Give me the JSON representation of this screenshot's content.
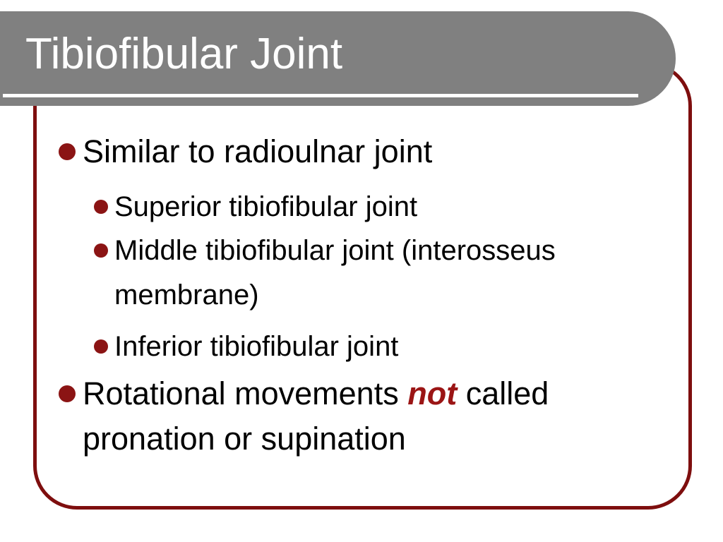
{
  "slide": {
    "title": "Tibiofibular Joint"
  },
  "colors": {
    "title_bar_gray": "#808080",
    "title_text": "#FFFFFF",
    "border_dark_red": "#7E0E0E",
    "bullet_dark_red": "#8B1414",
    "emphasis_dark_red": "#9B1515",
    "body_text": "#000000",
    "background": "#FFFFFF"
  },
  "bullets": [
    {
      "level": 1,
      "lines": [
        "Similar to radioulnar joint"
      ]
    },
    {
      "level": 2,
      "lines": [
        "Superior tibiofibular joint"
      ]
    },
    {
      "level": 2,
      "lines": [
        "Middle tibiofibular joint (interosseus",
        "membrane)"
      ]
    },
    {
      "level": 2,
      "lines": [
        "Inferior tibiofibular joint"
      ]
    },
    {
      "level": 1,
      "line1_pre": "Rotational movements ",
      "line1_em": "not",
      "line1_post": " called",
      "line2": "pronation or supination"
    }
  ]
}
